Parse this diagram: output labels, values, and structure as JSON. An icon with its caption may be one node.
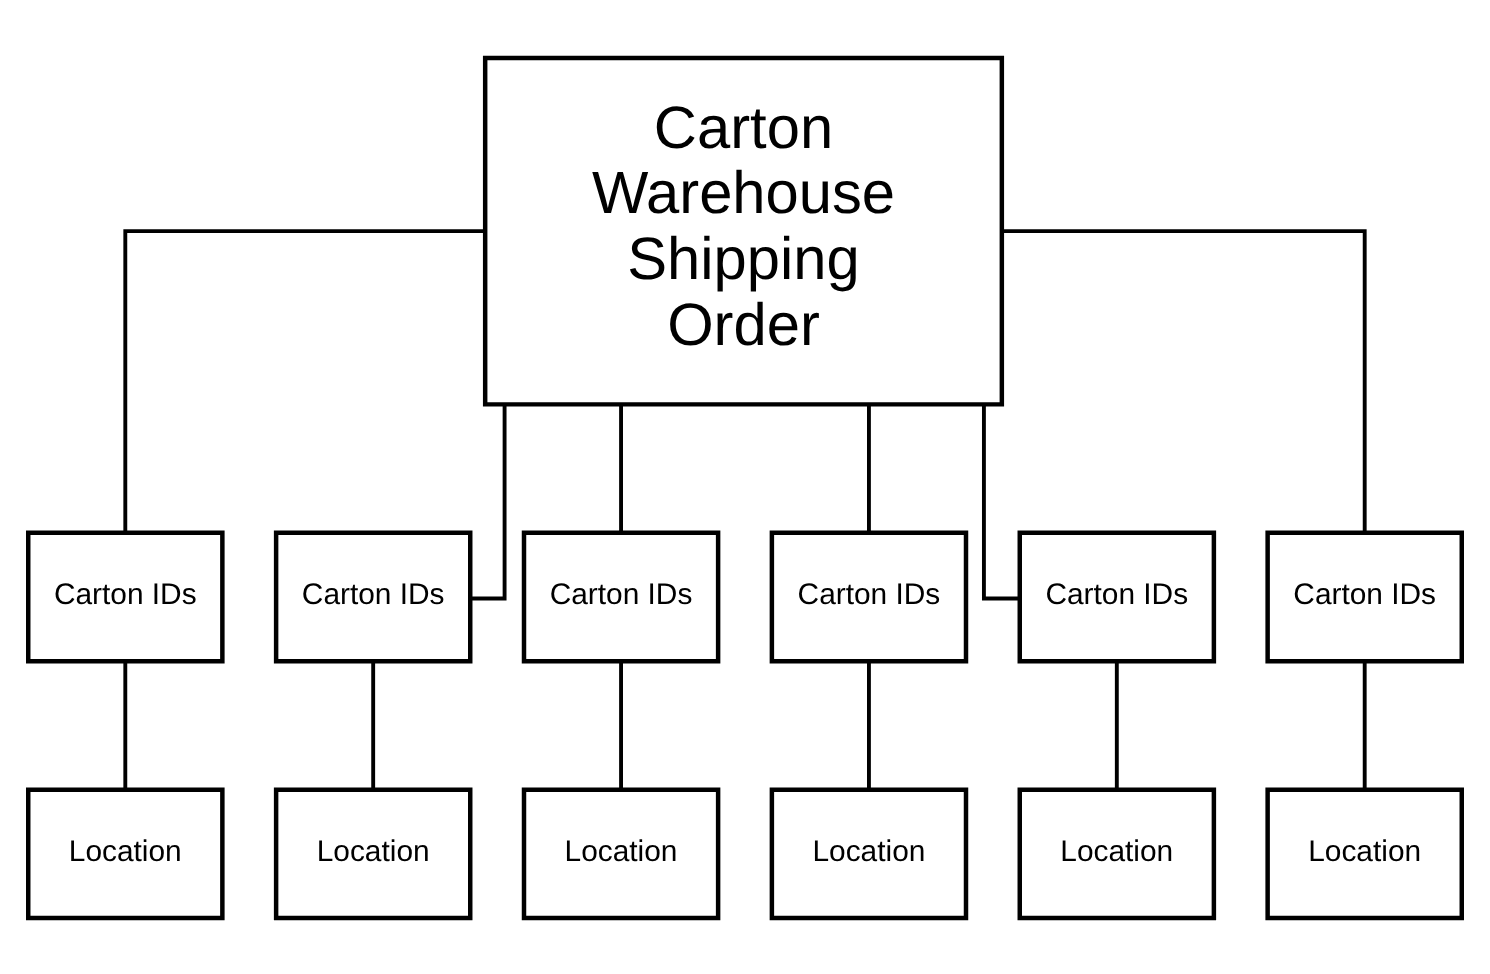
{
  "diagram": {
    "nodes": [
      {
        "text": [
          "Carton Warehouse Shipping Order"
        ]
      },
      {
        "text": [
          "Carton IDs"
        ]
      },
      {
        "text": [
          "Carton IDs"
        ]
      },
      {
        "text": [
          "Carton IDs"
        ]
      },
      {
        "text": [
          "Carton IDs"
        ]
      },
      {
        "text": [
          "Carton IDs"
        ]
      },
      {
        "text": [
          "Carton IDs"
        ]
      },
      {
        "text": [
          "Location"
        ]
      },
      {
        "text": [
          "Location"
        ]
      },
      {
        "text": [
          "Location"
        ]
      },
      {
        "text": [
          "Location"
        ]
      },
      {
        "text": [
          "Location"
        ]
      },
      {
        "text": [
          "Location"
        ]
      }
    ],
    "edges": [
      {
        "from": 0,
        "to": 1,
        "arrow": "none"
      },
      {
        "from": 0,
        "to": 2,
        "arrow": "none"
      },
      {
        "from": 0,
        "to": 3,
        "arrow": "none"
      },
      {
        "from": 0,
        "to": 4,
        "arrow": "none"
      },
      {
        "from": 0,
        "to": 5,
        "arrow": "none"
      },
      {
        "from": 0,
        "to": 6,
        "arrow": "none"
      },
      {
        "from": 1,
        "to": 7,
        "arrow": "none"
      },
      {
        "from": 2,
        "to": 8,
        "arrow": "none"
      },
      {
        "from": 3,
        "to": 9,
        "arrow": "none"
      },
      {
        "from": 4,
        "to": 10,
        "arrow": "none"
      },
      {
        "from": 5,
        "to": 11,
        "arrow": "none"
      },
      {
        "from": 6,
        "to": 12,
        "arrow": "none"
      }
    ]
  }
}
